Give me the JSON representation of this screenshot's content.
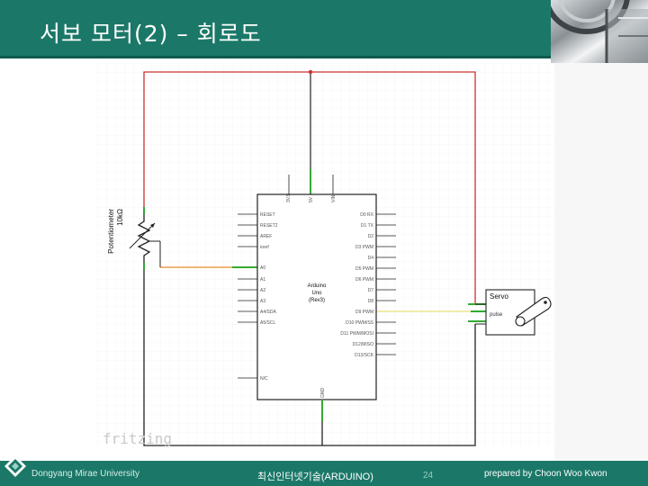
{
  "slide": {
    "title": "서보 모터(2) – 회로도"
  },
  "diagram": {
    "watermark": "fritzing",
    "arduino": {
      "name_line1": "Arduino",
      "name_line2": "Uno",
      "name_line3": "(Rev3)",
      "top_pins": [
        "3V3",
        "5V",
        "VIN"
      ],
      "left_pins": [
        "RESET",
        "RESET2",
        "AREF",
        "ioref",
        "A0",
        "A1",
        "A2",
        "A3",
        "A4/SDA",
        "A5/SCL",
        "N/C"
      ],
      "right_pins": [
        "D0 RX",
        "D1 TX",
        "D2",
        "D3 PWM",
        "D4",
        "D5 PWM",
        "D6 PWM",
        "D7",
        "D8",
        "D9 PWM",
        "D10 PWM/SS",
        "D11 PWM/MOSI",
        "D12/MISO",
        "D13/SCK"
      ],
      "bottom_pin": "GND"
    },
    "potentiometer": {
      "label_line1": "Potentiometer",
      "label_line2": "10kΩ"
    },
    "servo": {
      "label": "Servo",
      "pin_label": "pulse"
    }
  },
  "footer": {
    "university": "Dongyang Mirae University",
    "course": "최신인터넷기술(ARDUINO)",
    "page_number": "24",
    "author": "prepared by Choon Woo Kwon"
  },
  "colors": {
    "header_bg": "#1b7868",
    "wire_power": "#cc3333",
    "wire_ground": "#222222",
    "wire_signal_pot": "#e58a2a",
    "wire_signal_servo": "#e8e07a",
    "wire_connector": "#33aa33"
  },
  "icons": {
    "footer_logo": "diamond-logo-icon"
  }
}
